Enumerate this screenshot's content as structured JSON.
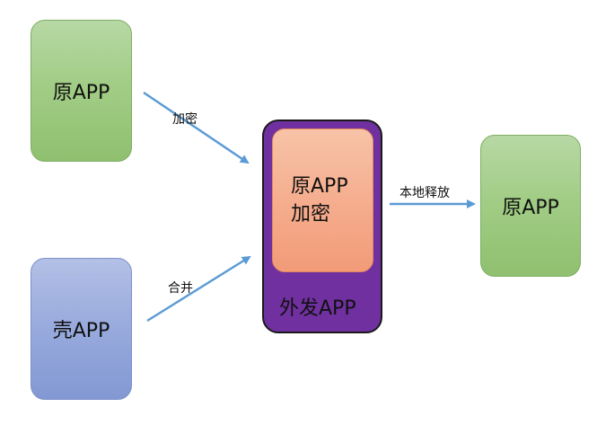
{
  "nodes": {
    "original_app_left": "原APP",
    "shell_app": "壳APP",
    "encrypted_line1": "原APP",
    "encrypted_line2": "加密",
    "distributed_app": "外发APP",
    "original_app_right": "原APP"
  },
  "edges": {
    "encrypt": "加密",
    "merge": "合并",
    "local_release": "本地释放"
  },
  "colors": {
    "arrow": "#5b9bd5",
    "green_node": "#a2cd86",
    "blue_node": "#9aacde",
    "container": "#7030a0",
    "encrypted_node": "#f5ae8f"
  }
}
